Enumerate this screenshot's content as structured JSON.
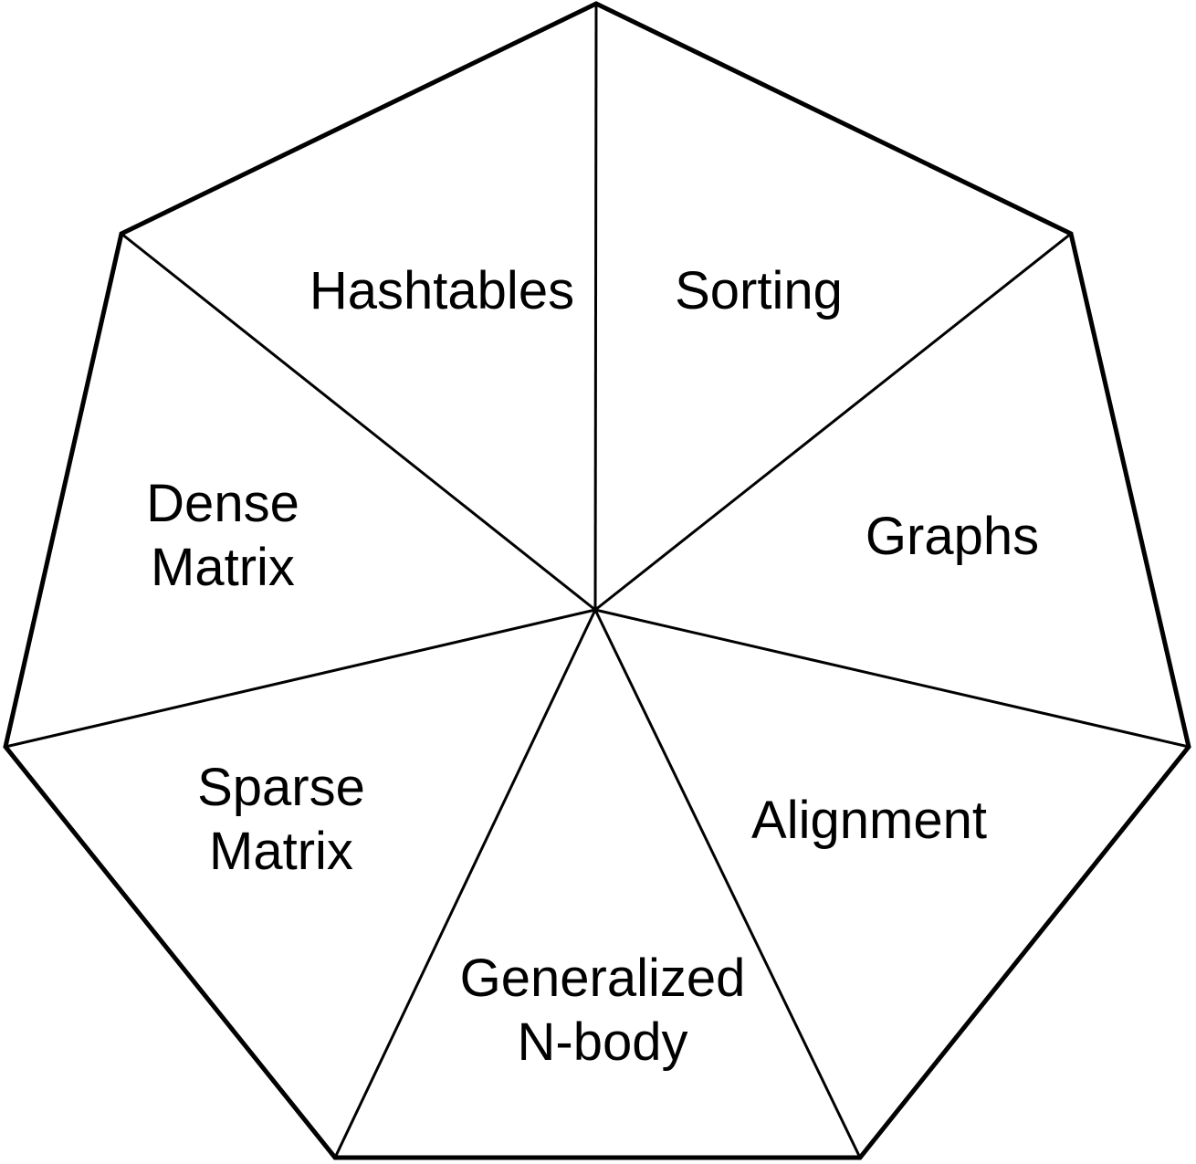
{
  "diagram": {
    "segments": [
      {
        "lines": [
          "Hashtables"
        ]
      },
      {
        "lines": [
          "Sorting"
        ]
      },
      {
        "lines": [
          "Graphs"
        ]
      },
      {
        "lines": [
          "Alignment"
        ]
      },
      {
        "lines": [
          "Generalized",
          "N-body"
        ]
      },
      {
        "lines": [
          "Sparse",
          "Matrix"
        ]
      },
      {
        "lines": [
          "Dense",
          "Matrix"
        ]
      }
    ]
  }
}
